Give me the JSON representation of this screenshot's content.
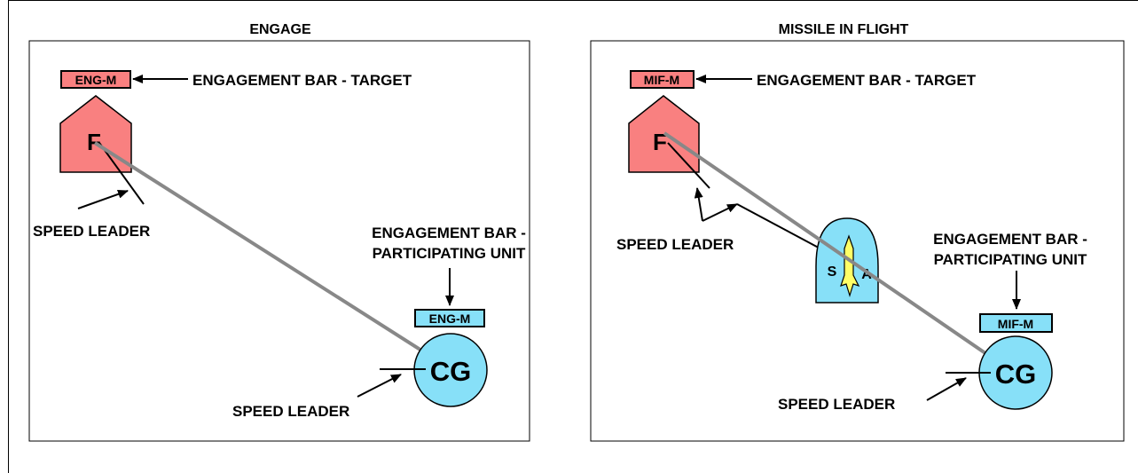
{
  "colors": {
    "hostile_fill": "#f98080",
    "friendly_fill": "#87e0f8",
    "missile_fill": "#ffff66",
    "engagement_line": "#888888",
    "ink": "#000000"
  },
  "panels": [
    {
      "id": "engage",
      "title": "ENGAGE",
      "target_bar_label": "ENG-M",
      "target_bar_callout": "ENGAGEMENT BAR - TARGET",
      "target_symbol_letter": "F",
      "target_speed_leader_label": "SPEED LEADER",
      "unit_bar_callout_line1": "ENGAGEMENT BAR -",
      "unit_bar_callout_line2": "PARTICIPATING UNIT",
      "unit_bar_label": "ENG-M",
      "unit_symbol_letters": "CG",
      "unit_speed_leader_label": "SPEED LEADER"
    },
    {
      "id": "missile-in-flight",
      "title": "MISSILE IN FLIGHT",
      "target_bar_label": "MIF-M",
      "target_bar_callout": "ENGAGEMENT BAR - TARGET",
      "target_symbol_letter": "F",
      "target_speed_leader_label": "SPEED LEADER",
      "missile_letter_left": "S",
      "missile_letter_right": "A",
      "unit_bar_callout_line1": "ENGAGEMENT BAR -",
      "unit_bar_callout_line2": "PARTICIPATING UNIT",
      "unit_bar_label": "MIF-M",
      "unit_symbol_letters": "CG",
      "unit_speed_leader_label": "SPEED LEADER"
    }
  ]
}
